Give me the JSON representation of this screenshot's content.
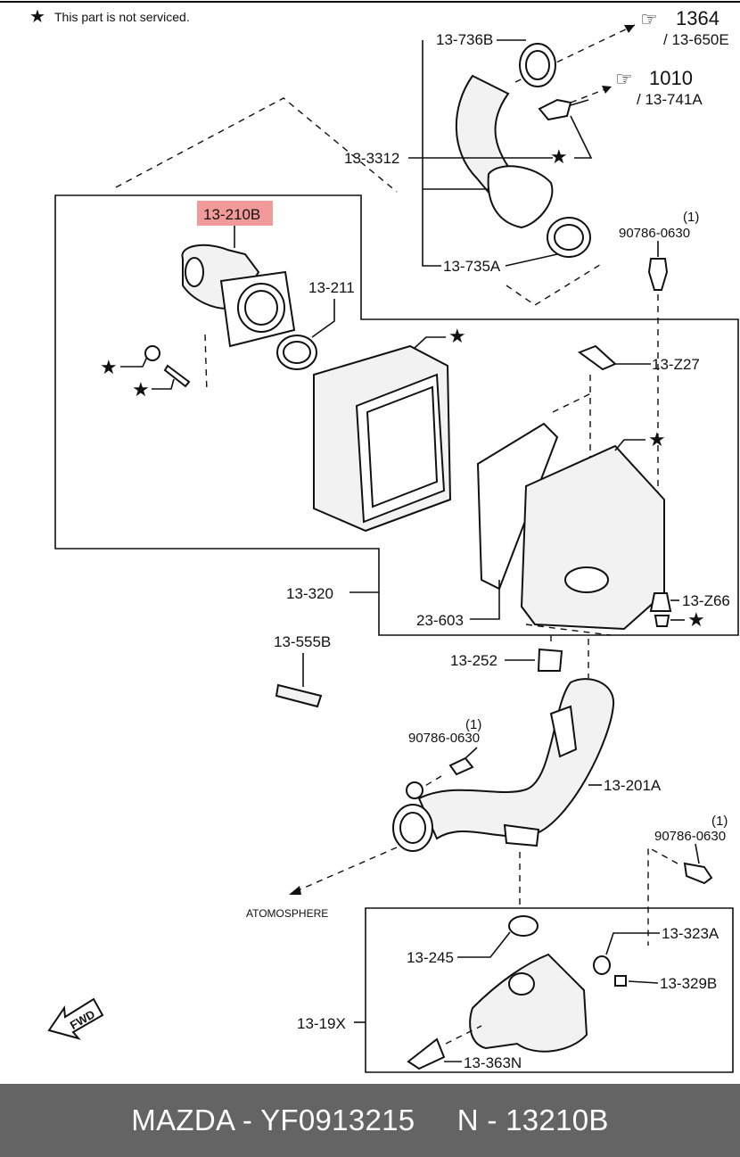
{
  "note": {
    "symbol": "★",
    "text": "This part is not serviced."
  },
  "refs": [
    {
      "id": "ref-1364",
      "glyph": "☞",
      "num": "1364",
      "sub": "/ 13-650E"
    },
    {
      "id": "ref-1010",
      "glyph": "☞",
      "num": "1010",
      "sub": "/ 13-741A"
    }
  ],
  "labels": {
    "p13_736B": "13-736B",
    "p13_3312": "13-3312",
    "p13_735A": "13-735A",
    "p13_210B": "13-210B",
    "p13_211": "13-211",
    "p13_Z27": "13-Z27",
    "p13_320": "13-320",
    "p23_603": "23-603",
    "p13_Z66": "13-Z66",
    "p13_555B": "13-555B",
    "p13_252": "13-252",
    "p13_201A": "13-201A",
    "p13_245": "13-245",
    "p13_323A": "13-323A",
    "p13_329B": "13-329B",
    "p13_19X": "13-19X",
    "p13_363N": "13-363N",
    "bolt": "90786-0630",
    "bolt_qty": "(1)",
    "atmosphere": "ATOMOSPHERE",
    "fwd": "FWD",
    "star": "★"
  },
  "highlight_color": "#f29a9a",
  "footer": {
    "brand": "MAZDA",
    "part_number": "YF0913215",
    "ref": "N - 13210B",
    "text": "MAZDA - YF0913215     N - 13210B"
  }
}
